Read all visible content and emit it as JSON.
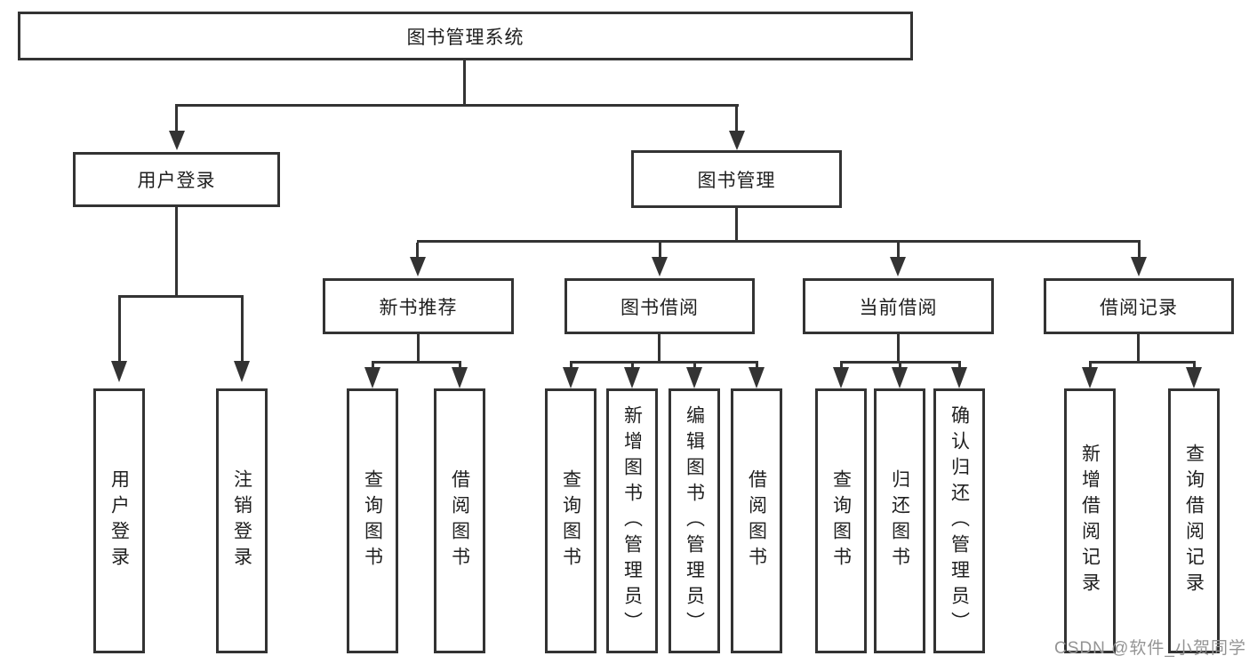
{
  "colors": {
    "line": "#333333",
    "text": "#1f1f1f",
    "watermark": "#949494",
    "bg": "#ffffff"
  },
  "tree": {
    "root": {
      "label": "图书管理系统"
    },
    "branches": [
      {
        "label": "用户登录",
        "children": [
          {
            "label": "用户登录"
          },
          {
            "label": "注销登录"
          }
        ]
      },
      {
        "label": "图书管理",
        "children": [
          {
            "label": "新书推荐",
            "children": [
              {
                "label": "查询图书"
              },
              {
                "label": "借阅图书"
              }
            ]
          },
          {
            "label": "图书借阅",
            "children": [
              {
                "label": "查询图书"
              },
              {
                "label": "新增图书（管理员）"
              },
              {
                "label": "编辑图书（管理员）"
              },
              {
                "label": "借阅图书"
              }
            ]
          },
          {
            "label": "当前借阅",
            "children": [
              {
                "label": "查询图书"
              },
              {
                "label": "归还图书"
              },
              {
                "label": "确认归还（管理员）"
              }
            ]
          },
          {
            "label": "借阅记录",
            "children": [
              {
                "label": "新增借阅记录"
              },
              {
                "label": "查询借阅记录"
              }
            ]
          }
        ]
      }
    ]
  },
  "watermark": {
    "text": "CSDN @软件_小贺同学"
  }
}
